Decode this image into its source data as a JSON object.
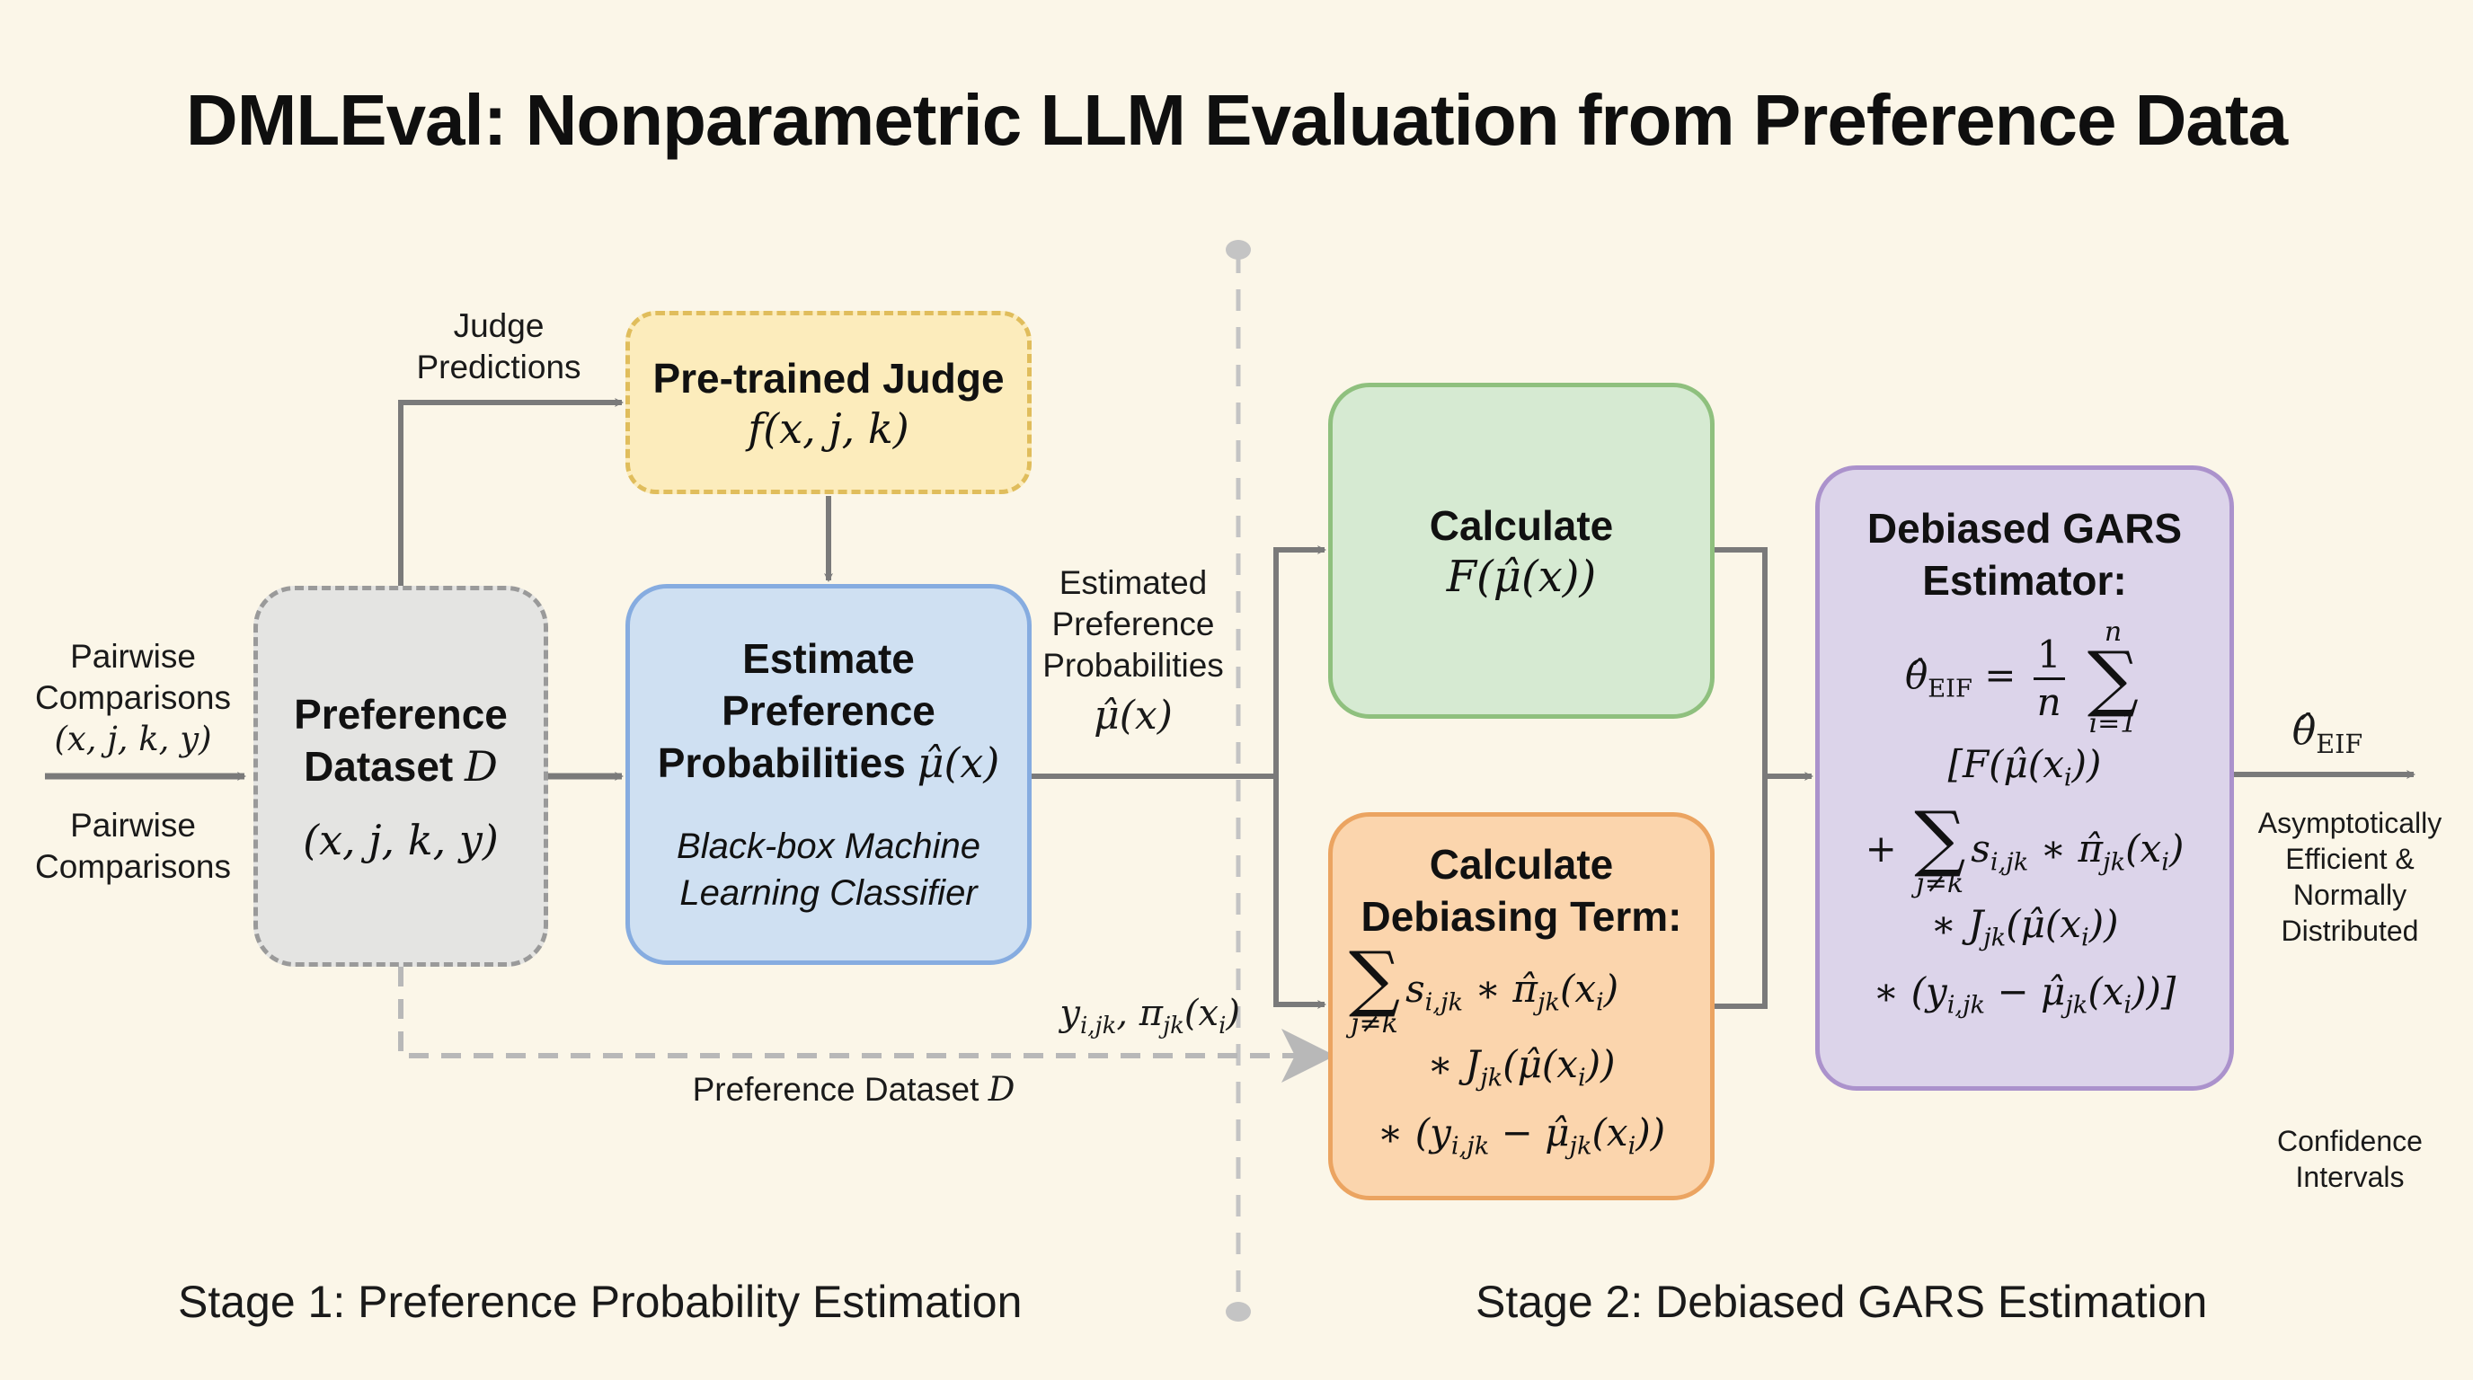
{
  "title": "DMLEval: Nonparametric LLM Evaluation from Preference Data",
  "colors": {
    "background": "#fbf6e8",
    "arrow": "#7a7a7a",
    "divider": "#c4c4c4",
    "dataset_fill": "#e4e4e2",
    "dataset_border": "#9a9a9a",
    "judge_fill": "#fcecbc",
    "judge_border": "#e0bd5c",
    "estimate_fill": "#cfe0f2",
    "estimate_border": "#86ace0",
    "calc_f_fill": "#d6ead2",
    "calc_f_border": "#8fc07e",
    "debias_fill": "#fbd5ad",
    "debias_border": "#eba461",
    "estimator_fill": "#dcd4ea",
    "estimator_border": "#ab92cc"
  },
  "inputs": {
    "top_label": [
      "Pairwise",
      "Comparisons"
    ],
    "top_tuple": "(x, j, k, y)",
    "bottom_label": [
      "Pairwise",
      "Comparisons"
    ]
  },
  "nodes": {
    "dataset": {
      "title_line1": "Preference",
      "title_line2": "Dataset",
      "symbol": "D",
      "tuple": "(x, j, k, y)"
    },
    "judge": {
      "title": "Pre-trained Judge",
      "formula": "f(x, j, k)"
    },
    "estimate": {
      "title_line1": "Estimate",
      "title_line2": "Preference",
      "title_line3": "Probabilities",
      "symbol": "μ̂(x)",
      "subtitle_line1": "Black-box Machine",
      "subtitle_line2": "Learning Classifier"
    },
    "calc_f": {
      "title": "Calculate",
      "formula": "F(μ̂(x))"
    },
    "debias": {
      "title_line1": "Calculate",
      "title_line2": "Debiasing Term:",
      "sum_sym": "∑",
      "sum_lower": "j≠k",
      "line1": "s",
      "line1_sub": "i,jk",
      "line1_rest": " ∗ π̂",
      "line1_sub2": "jk",
      "line1_end": "(x",
      "line1_sub3": "i",
      "line1_close": ")",
      "line2": "∗ J",
      "line2_sub": "jk",
      "line2_rest": "(μ̂(x",
      "line2_sub2": "i",
      "line2_close": "))",
      "line3": "∗ (y",
      "line3_sub": "i,jk",
      "line3_rest": " − μ̂",
      "line3_sub2": "jk",
      "line3_end": "(x",
      "line3_sub3": "i",
      "line3_close": "))"
    },
    "estimator": {
      "title_line1": "Debiased GARS",
      "title_line2": "Estimator:",
      "theta": "θ̂",
      "theta_sub": "EIF",
      "equals": "=",
      "frac_num": "1",
      "frac_den": "n",
      "sum_sym": "∑",
      "sum_upper": "n",
      "sum_lower": "i=1",
      "bracket_line": "[F(μ̂(x",
      "bracket_sub": "i",
      "bracket_close": "))",
      "plus": "+",
      "inner_sum_lower": "j≠k",
      "l2_a": "s",
      "l2_sub": "i,jk",
      "l2_b": " ∗ π̂",
      "l2_sub2": "jk",
      "l2_c": "(x",
      "l2_sub3": "i",
      "l2_d": ")",
      "l3_a": "∗ J",
      "l3_sub": "jk",
      "l3_b": "(μ̂(x",
      "l3_sub2": "i",
      "l3_c": "))",
      "l4_a": "∗ (y",
      "l4_sub": "i,jk",
      "l4_b": " − μ̂",
      "l4_sub2": "jk",
      "l4_c": "(x",
      "l4_sub3": "i",
      "l4_d": "))]"
    }
  },
  "edge_labels": {
    "judge_predictions": [
      "Judge",
      "Predictions"
    ],
    "estimated_probs": [
      "Estimated",
      "Preference",
      "Probabilities"
    ],
    "estimated_probs_symbol": "μ̂(x)",
    "y_pi": "y",
    "y_pi_sub": "i,jk",
    "y_pi_rest": ", π",
    "y_pi_sub2": "jk",
    "y_pi_end": "(x",
    "y_pi_sub3": "i",
    "y_pi_close": ")",
    "dataset_feed": "Preference Dataset",
    "dataset_feed_symbol": "D"
  },
  "output": {
    "theta": "θ̂",
    "theta_sub": "EIF",
    "properties": [
      "Asymptotically",
      "Efficient &",
      "Normally",
      "Distributed"
    ],
    "confidence": [
      "Confidence",
      "Intervals"
    ]
  },
  "stages": {
    "stage1": "Stage 1: Preference Probability Estimation",
    "stage2": "Stage 2: Debiased GARS Estimation"
  }
}
